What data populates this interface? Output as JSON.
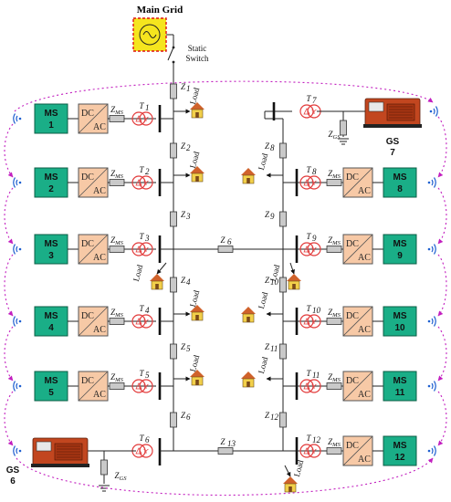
{
  "main_grid": {
    "title": "Main Grid",
    "switch_line1": "Static",
    "switch_line2": "Switch"
  },
  "microsources": [
    {
      "id": "MS\n1",
      "line1": "MS",
      "line2": "1"
    },
    {
      "line1": "MS",
      "line2": "2"
    },
    {
      "line1": "MS",
      "line2": "3"
    },
    {
      "line1": "MS",
      "line2": "4"
    },
    {
      "line1": "MS",
      "line2": "5"
    },
    {
      "line1": "MS",
      "line2": "8"
    },
    {
      "line1": "MS",
      "line2": "9"
    },
    {
      "line1": "MS",
      "line2": "10"
    },
    {
      "line1": "MS",
      "line2": "11"
    },
    {
      "line1": "MS",
      "line2": "12"
    }
  ],
  "converter": {
    "top": "DC",
    "bottom": "AC"
  },
  "impedance_ms": "Z",
  "impedance_ms_sub": "MS",
  "impedance_gs": "Z",
  "impedance_gs_sub": "GS",
  "load_label": "Load",
  "generator_sets": [
    {
      "line1": "GS",
      "line2": "6"
    },
    {
      "line1": "GS",
      "line2": "7"
    }
  ],
  "transformers": [
    "1",
    "2",
    "3",
    "4",
    "5",
    "6",
    "7",
    "8",
    "9",
    "10",
    "11",
    "12"
  ],
  "line_impedances": [
    "1",
    "2",
    "3",
    "4",
    "5",
    "6",
    "7",
    "8",
    "9",
    "10",
    "11",
    "12",
    "13"
  ]
}
